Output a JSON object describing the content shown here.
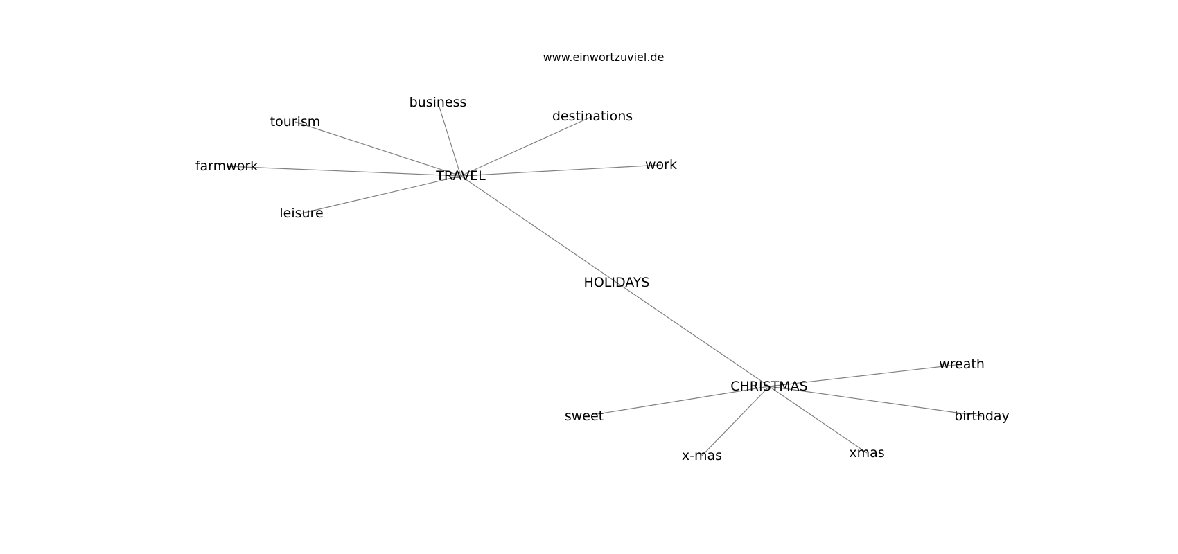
{
  "credit": "www.einwortzuviel.de",
  "colors": {
    "edge": "#808080",
    "text": "#000000",
    "background": "#ffffff"
  },
  "nodes": [
    {
      "id": "travel",
      "label": "TRAVEL"
    },
    {
      "id": "holidays",
      "label": "HOLIDAYS"
    },
    {
      "id": "christmas",
      "label": "CHRISTMAS"
    },
    {
      "id": "business",
      "label": "business"
    },
    {
      "id": "tourism",
      "label": "tourism"
    },
    {
      "id": "destinations",
      "label": "destinations"
    },
    {
      "id": "farmwork",
      "label": "farmwork"
    },
    {
      "id": "work",
      "label": "work"
    },
    {
      "id": "leisure",
      "label": "leisure"
    },
    {
      "id": "wreath",
      "label": "wreath"
    },
    {
      "id": "sweet",
      "label": "sweet"
    },
    {
      "id": "birthday",
      "label": "birthday"
    },
    {
      "id": "x-mas",
      "label": "x-mas"
    },
    {
      "id": "xmas",
      "label": "xmas"
    }
  ],
  "edges": [
    {
      "from": "travel",
      "to": "business"
    },
    {
      "from": "travel",
      "to": "tourism"
    },
    {
      "from": "travel",
      "to": "destinations"
    },
    {
      "from": "travel",
      "to": "farmwork"
    },
    {
      "from": "travel",
      "to": "work"
    },
    {
      "from": "travel",
      "to": "leisure"
    },
    {
      "from": "travel",
      "to": "holidays"
    },
    {
      "from": "holidays",
      "to": "christmas"
    },
    {
      "from": "christmas",
      "to": "wreath"
    },
    {
      "from": "christmas",
      "to": "sweet"
    },
    {
      "from": "christmas",
      "to": "birthday"
    },
    {
      "from": "christmas",
      "to": "x-mas"
    },
    {
      "from": "christmas",
      "to": "xmas"
    }
  ]
}
